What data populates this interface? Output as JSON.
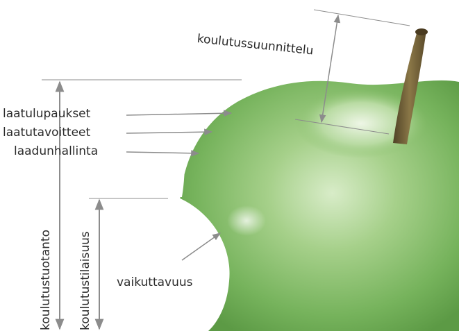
{
  "labels": {
    "planning": "koulutussuunnittelu",
    "promises": "laatulupaukset",
    "goals": "laatutavoitteet",
    "management": "laadunhallinta",
    "production": "koulutustuotanto",
    "situation": "koulutustilaisuus",
    "impact": "vaikuttavuus"
  },
  "colors": {
    "arrow": "#8c8c8c",
    "text": "#2b2b2b",
    "apple_light": "#c9e3b4",
    "apple_mid": "#8dc26c",
    "apple_dark": "#5f9e4a",
    "stem": "#6b5a33"
  }
}
